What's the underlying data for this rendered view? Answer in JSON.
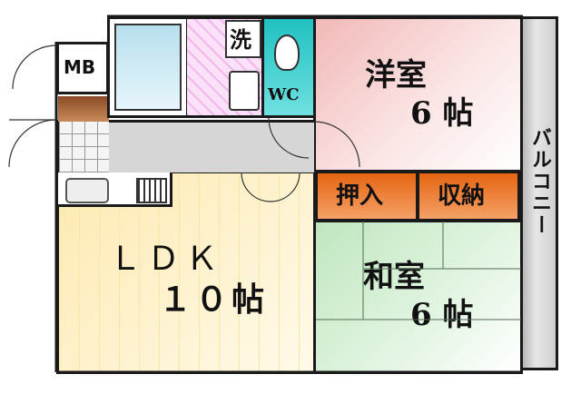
{
  "rooms": {
    "western": {
      "name": "洋室",
      "size": "6 帖"
    },
    "japanese": {
      "name": "和室",
      "size": "6 帖"
    },
    "ldk": {
      "name": "ＬＤＫ",
      "size": "１０帖"
    },
    "balcony": {
      "name": "バルコニー"
    },
    "oshiire": {
      "name": "押入"
    },
    "storage": {
      "name": "収納"
    },
    "wc": {
      "name": "WC"
    },
    "washroom": {
      "name": "洗"
    },
    "mb": {
      "name": "MB"
    }
  },
  "colors": {
    "western_floor": "#f7c9c9",
    "japanese_floor": "#cdeacd",
    "ldk_floor": "#fdf0c4",
    "bath": "#bfe3ef",
    "washroom": "#f6c4f0",
    "wc": "#2fc6c6",
    "closet": "#e86a15",
    "entry": "#d9d9d9",
    "balcony": "#d0d0d0",
    "wall": "#1a1a1a"
  }
}
